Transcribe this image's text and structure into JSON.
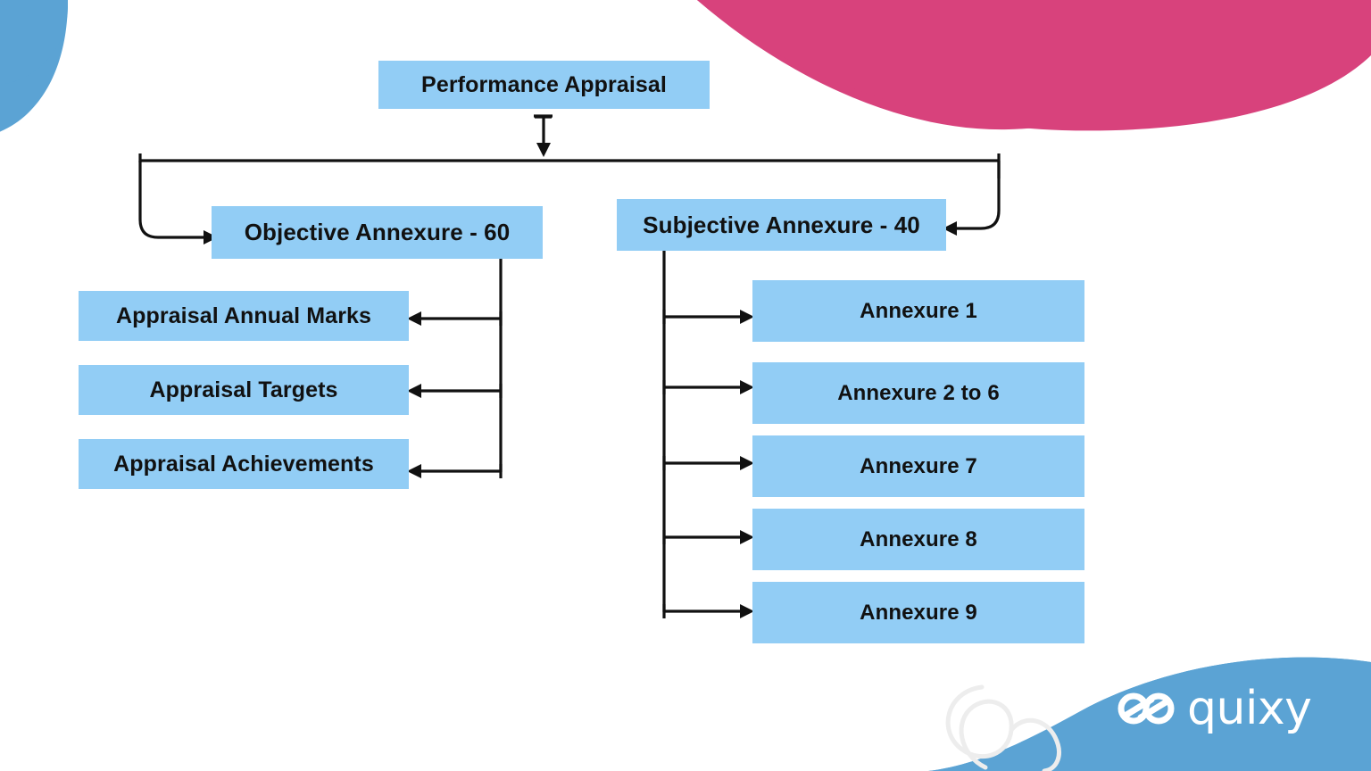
{
  "diagram": {
    "title": "Performance Appraisal",
    "root": {
      "label": "Performance Appraisal"
    },
    "branches": [
      {
        "id": "objective",
        "label": "Objective Annexure - 60",
        "children": [
          {
            "label": "Appraisal Annual Marks"
          },
          {
            "label": "Appraisal Targets"
          },
          {
            "label": "Appraisal Achievements"
          }
        ]
      },
      {
        "id": "subjective",
        "label": "Subjective Annexure - 40",
        "children": [
          {
            "label": "Annexure 1"
          },
          {
            "label": "Annexure 2 to 6"
          },
          {
            "label": "Annexure 7"
          },
          {
            "label": "Annexure 8"
          },
          {
            "label": "Annexure 9"
          }
        ]
      }
    ]
  },
  "brand": {
    "name": "quixy",
    "logo_icon": "infinity-loops-icon"
  },
  "colors": {
    "box_fill": "#92CDF5",
    "box_text": "#111111",
    "connector": "#111111",
    "blob_blue": "#5BA3D4",
    "blob_pink": "#D8427C",
    "background": "#FFFFFF",
    "logo_text": "#FFFFFF"
  }
}
